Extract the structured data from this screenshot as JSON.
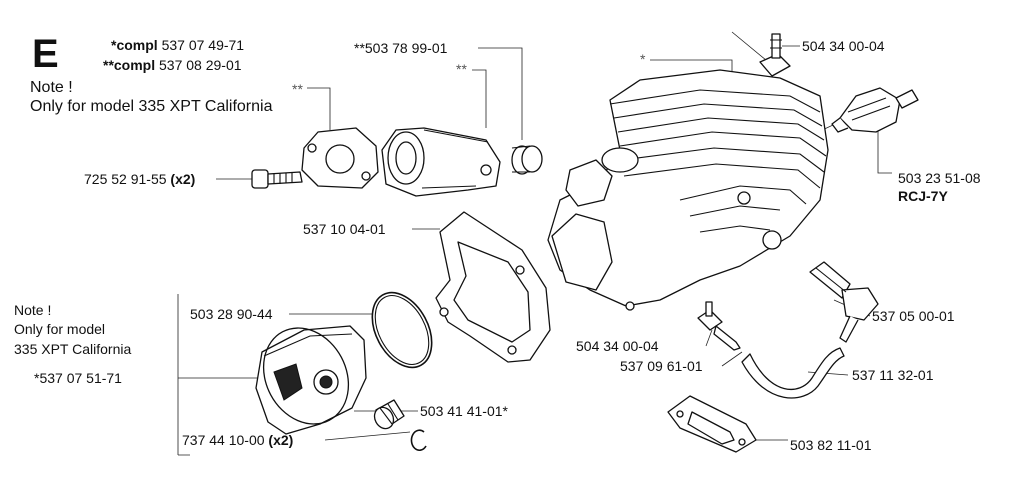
{
  "section_letter": "E",
  "header": {
    "compl1_prefix": "*compl",
    "compl1_number": "537 07 49-71",
    "compl2_prefix": "**compl",
    "compl2_number": "537 08 29-01"
  },
  "note_top": {
    "title": "Note !",
    "text": "Only for model 335 XPT California"
  },
  "note_left": {
    "title": "Note !",
    "line1": "Only for model",
    "line2": "335 XPT California"
  },
  "markers": {
    "double_star_gasket": "**",
    "double_star_intake": "**",
    "single_star_cylinder": "*"
  },
  "parts": {
    "screw": "725 52 91-55",
    "screw_qty": "(x2)",
    "intake_sleeve": "**503 78 99-01",
    "cylinder_gasket": "537 10 04-01",
    "piston_ring": "503 28 90-44",
    "piston": "*537 07 51-71",
    "needle_bearing": "503 41 41-01*",
    "piston_pin_lock": "737 44 10-00",
    "piston_pin_lock_qty": "(x2)",
    "fitting_top": "504 34 00-04",
    "spark_plug": "503 23 51-08",
    "spark_plug_type": "RCJ-7Y",
    "decomp_valve": "537 05 00-01",
    "fitting_bottom": "504 34 00-04",
    "nipple": "537 09 61-01",
    "hose": "537 11 32-01",
    "muffler_gasket": "503 82 11-01"
  }
}
